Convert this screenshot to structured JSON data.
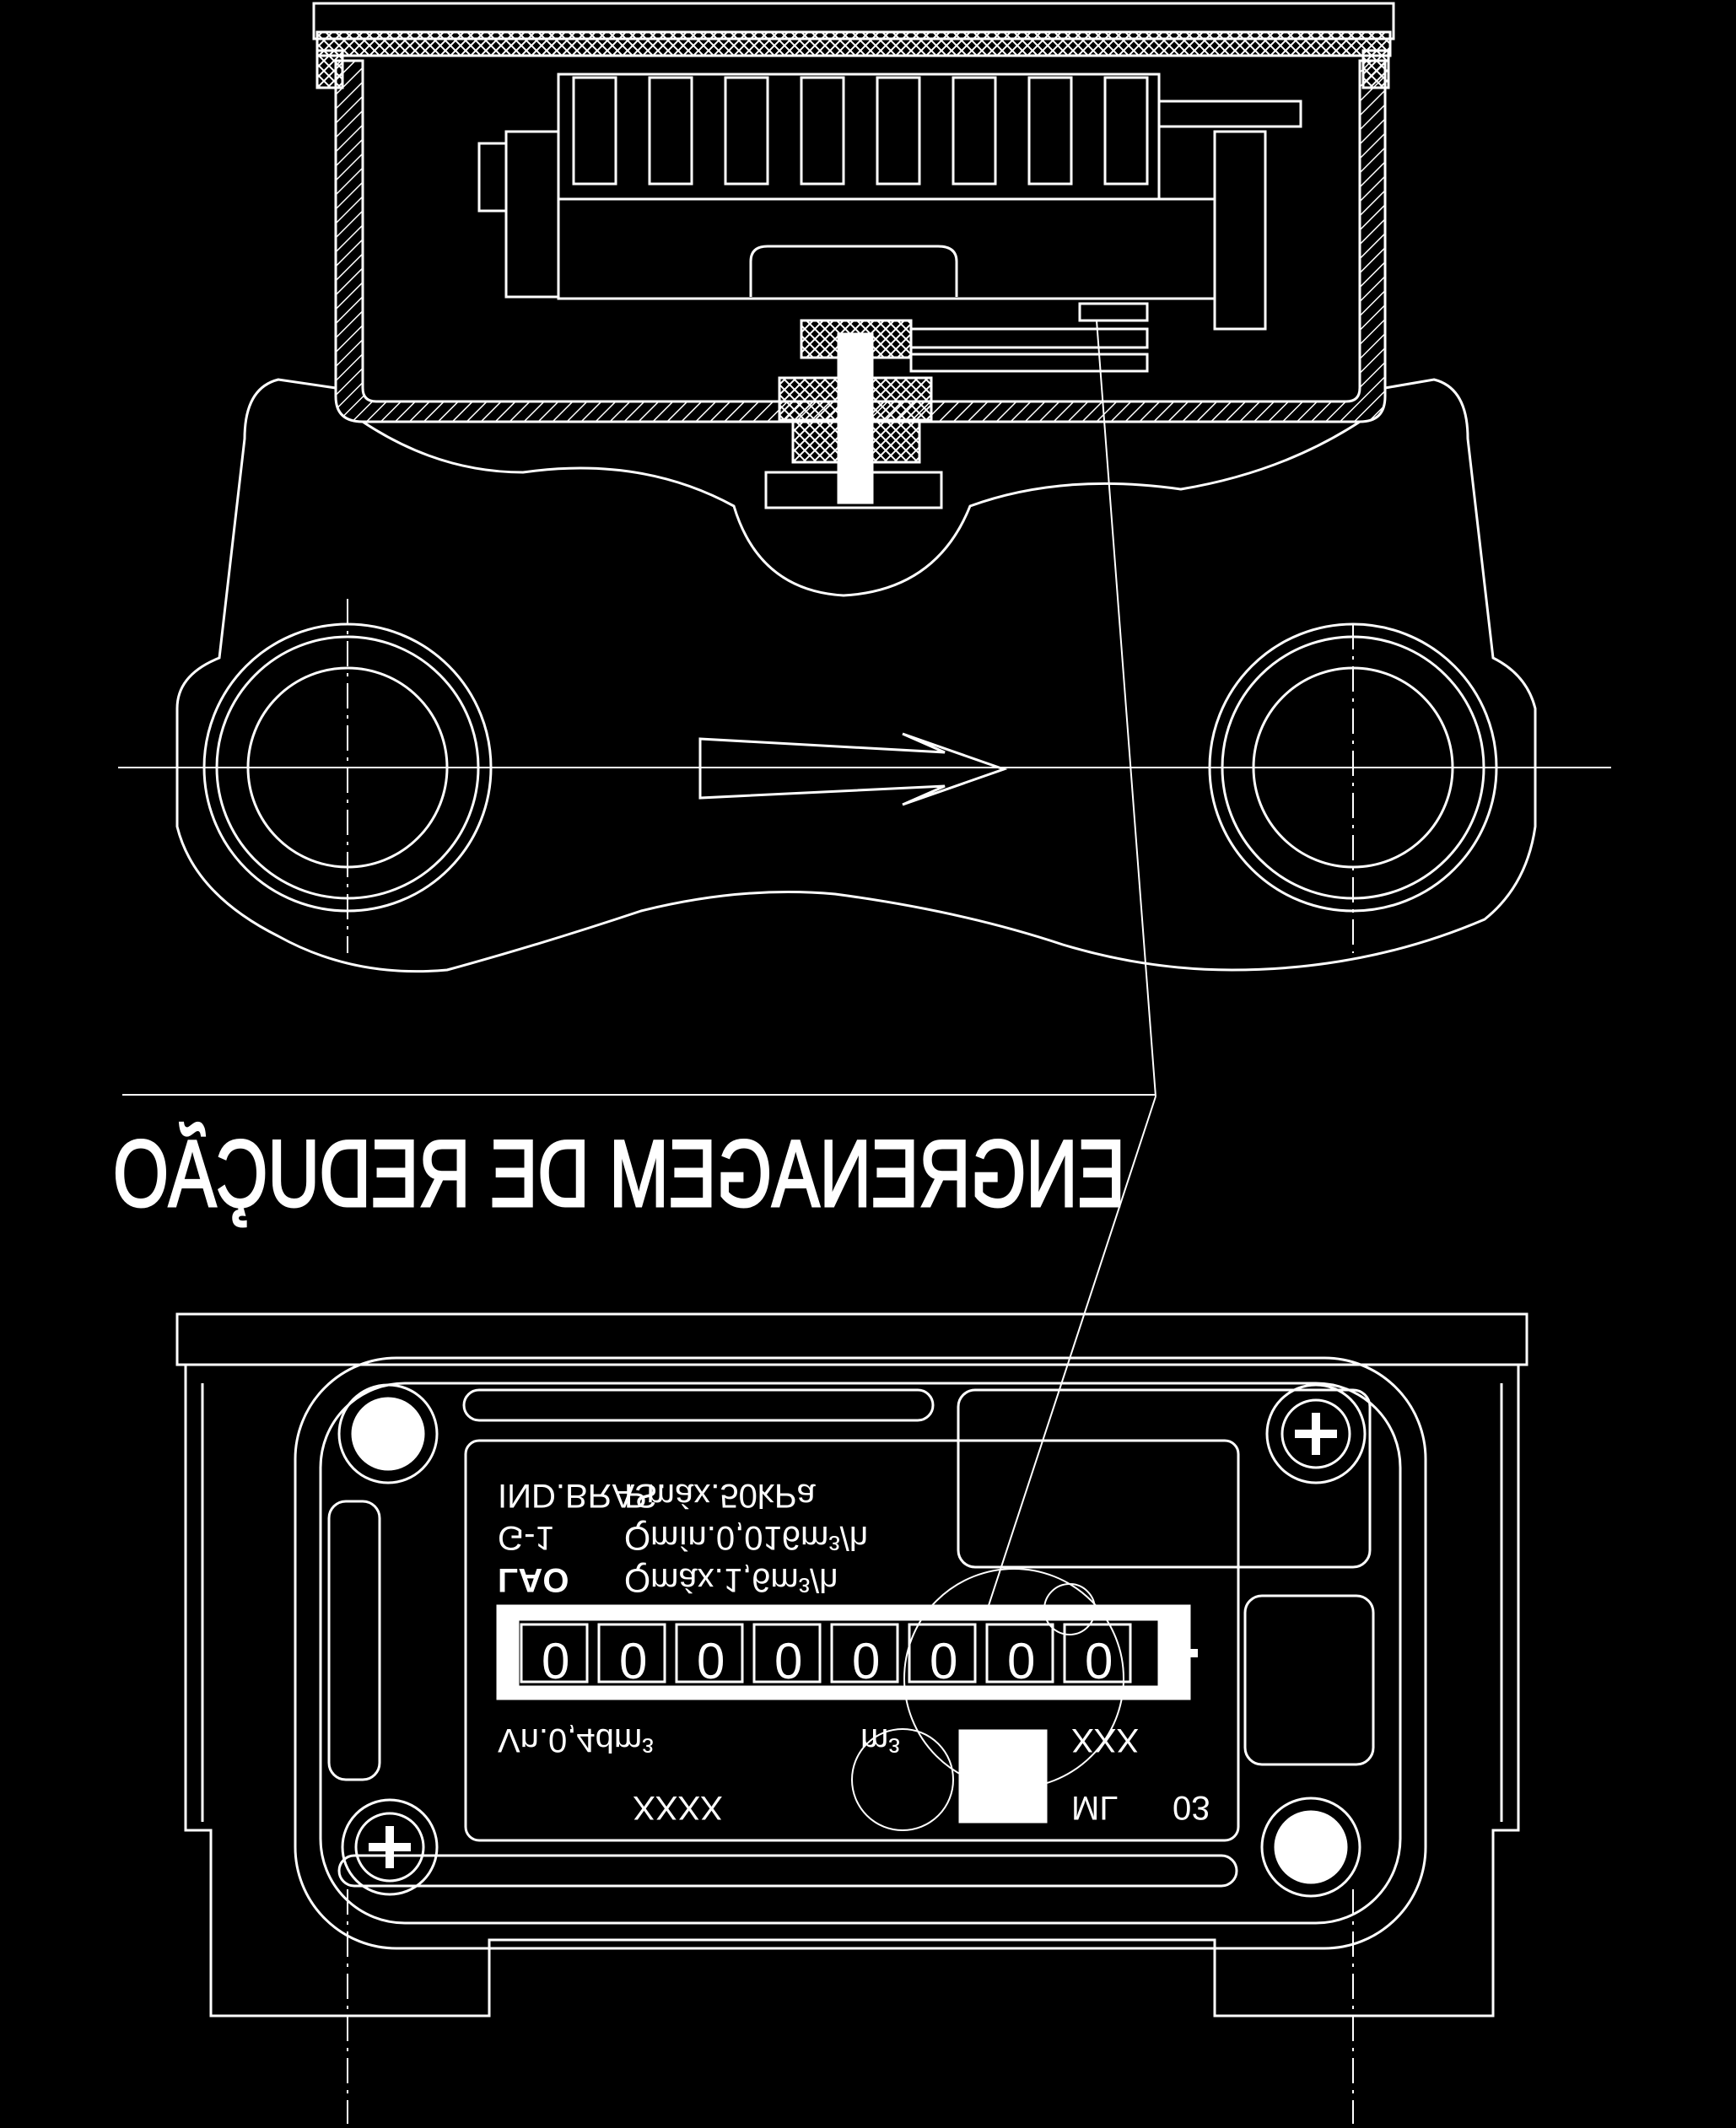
{
  "drawing": {
    "title": "ENGRENAGEM DE REDUÇÃO",
    "colors": {
      "background": "#000000",
      "line": "#ffffff"
    },
    "plate": {
      "line1_left": "IND.BRAS.",
      "line1_right": "Pmáx.50kPa",
      "line2_left": "G-1",
      "line2_right": "Qmín.0,016m³/h",
      "logo": "LAO",
      "line3_right": "Qmáx.1,6m³/h",
      "counter_digits": [
        "0",
        "0",
        "0",
        "0",
        "0",
        "0",
        "0",
        "0"
      ],
      "volume": "Vn.0,4dm³",
      "unit": "m³",
      "serial": "XXXX",
      "model_code_1": "XXX",
      "model_code_2": "ML",
      "model_code_3": "03"
    },
    "icons": {
      "screw_left": "phillips-screw-icon",
      "screw_right": "phillips-screw-icon",
      "brand_logo": "brand-mark-icon",
      "flow_arrow": "flow-direction-arrow"
    }
  }
}
